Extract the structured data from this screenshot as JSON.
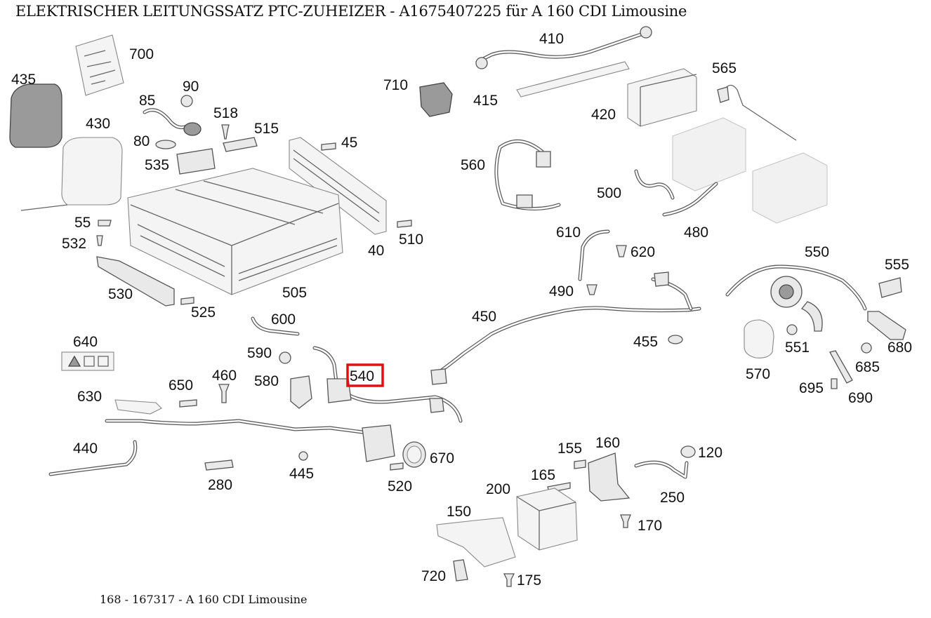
{
  "title": "ELEKTRISCHER LEITUNGSSATZ PTC-ZUHEIZER - A1675407225 für A 160 CDI Limousine",
  "footer": "168 - 167317 - A 160 CDI Limousine",
  "highlight_color": "#e01010",
  "highlighted_part": "540",
  "parts": {
    "p700": "700",
    "p435": "435",
    "p430": "430",
    "p90": "90",
    "p85": "85",
    "p518": "518",
    "p515": "515",
    "p80": "80",
    "p535": "535",
    "p45": "45",
    "p55": "55",
    "p532": "532",
    "p530": "530",
    "p525": "525",
    "p505": "505",
    "p40": "40",
    "p510": "510",
    "p710": "710",
    "p410": "410",
    "p415": "415",
    "p420": "420",
    "p565": "565",
    "p560": "560",
    "p500": "500",
    "p480": "480",
    "p610": "610",
    "p620": "620",
    "p490": "490",
    "p450": "450",
    "p455": "455",
    "p550": "550",
    "p555": "555",
    "p551": "551",
    "p680": "680",
    "p570": "570",
    "p685": "685",
    "p695": "695",
    "p690": "690",
    "p600": "600",
    "p590": "590",
    "p580": "580",
    "p540": "540",
    "p640": "640",
    "p650": "650",
    "p460": "460",
    "p630": "630",
    "p440": "440",
    "p280": "280",
    "p445": "445",
    "p520": "520",
    "p670": "670",
    "p155": "155",
    "p160": "160",
    "p120": "120",
    "p165": "165",
    "p200": "200",
    "p250": "250",
    "p150": "150",
    "p170": "170",
    "p720": "720",
    "p175": "175"
  }
}
